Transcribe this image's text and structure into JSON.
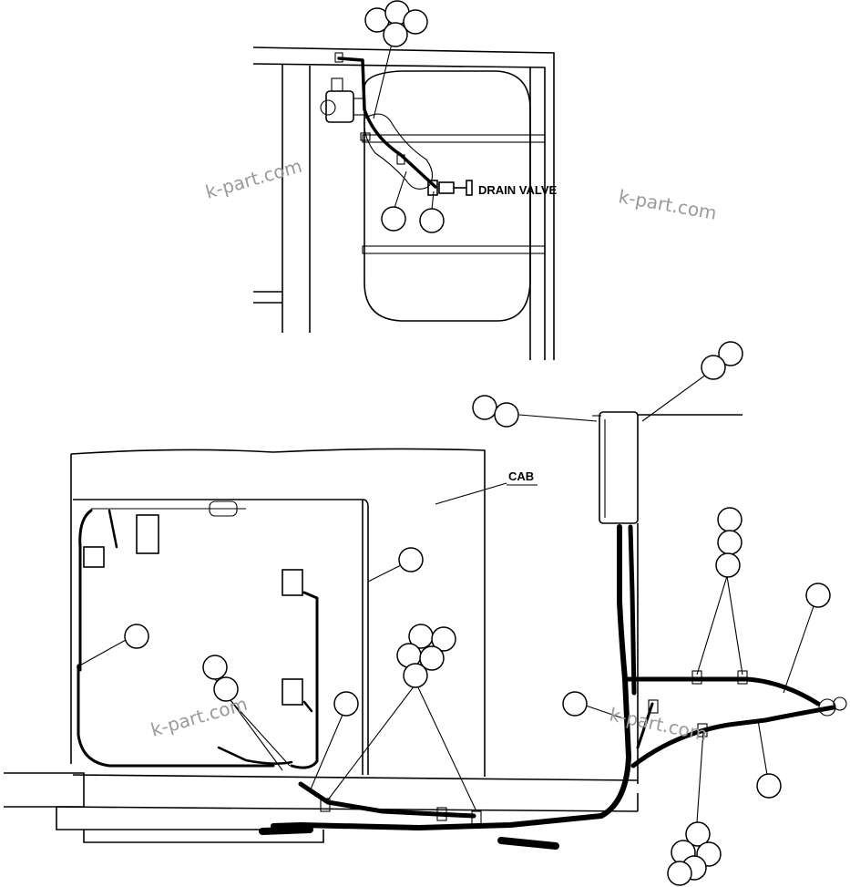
{
  "labels": {
    "drain_valve": "DRAIN VALVE",
    "cab": "CAB"
  },
  "watermarks": [
    "k-part.com",
    "k-part.com",
    "k-part.com",
    "k-part.com"
  ]
}
